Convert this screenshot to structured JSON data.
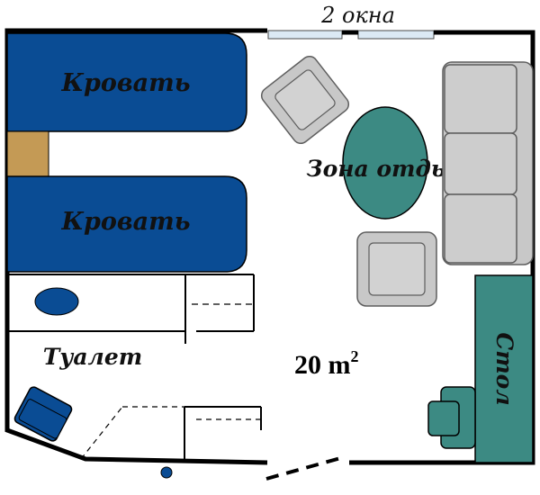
{
  "labels": {
    "windows": "2 окна",
    "bed_top": "Кровать",
    "bed_bottom": "Кровать",
    "lounge": "Зона отдыха",
    "toilet": "Туалет",
    "area_number": "20 m",
    "area_sup": "2",
    "desk": "Стол"
  },
  "colors": {
    "wall": "#000000",
    "bed": "#0a4c94",
    "nightstand": "#c49a55",
    "table": "#3c8a83",
    "desk": "#3c8a83",
    "chair": "#c8c8c8",
    "chair_outline": "#6e6e6e",
    "window": "#dbe9f4",
    "sink": "#0a4c94",
    "toilet_seat": "#0a4c94"
  }
}
